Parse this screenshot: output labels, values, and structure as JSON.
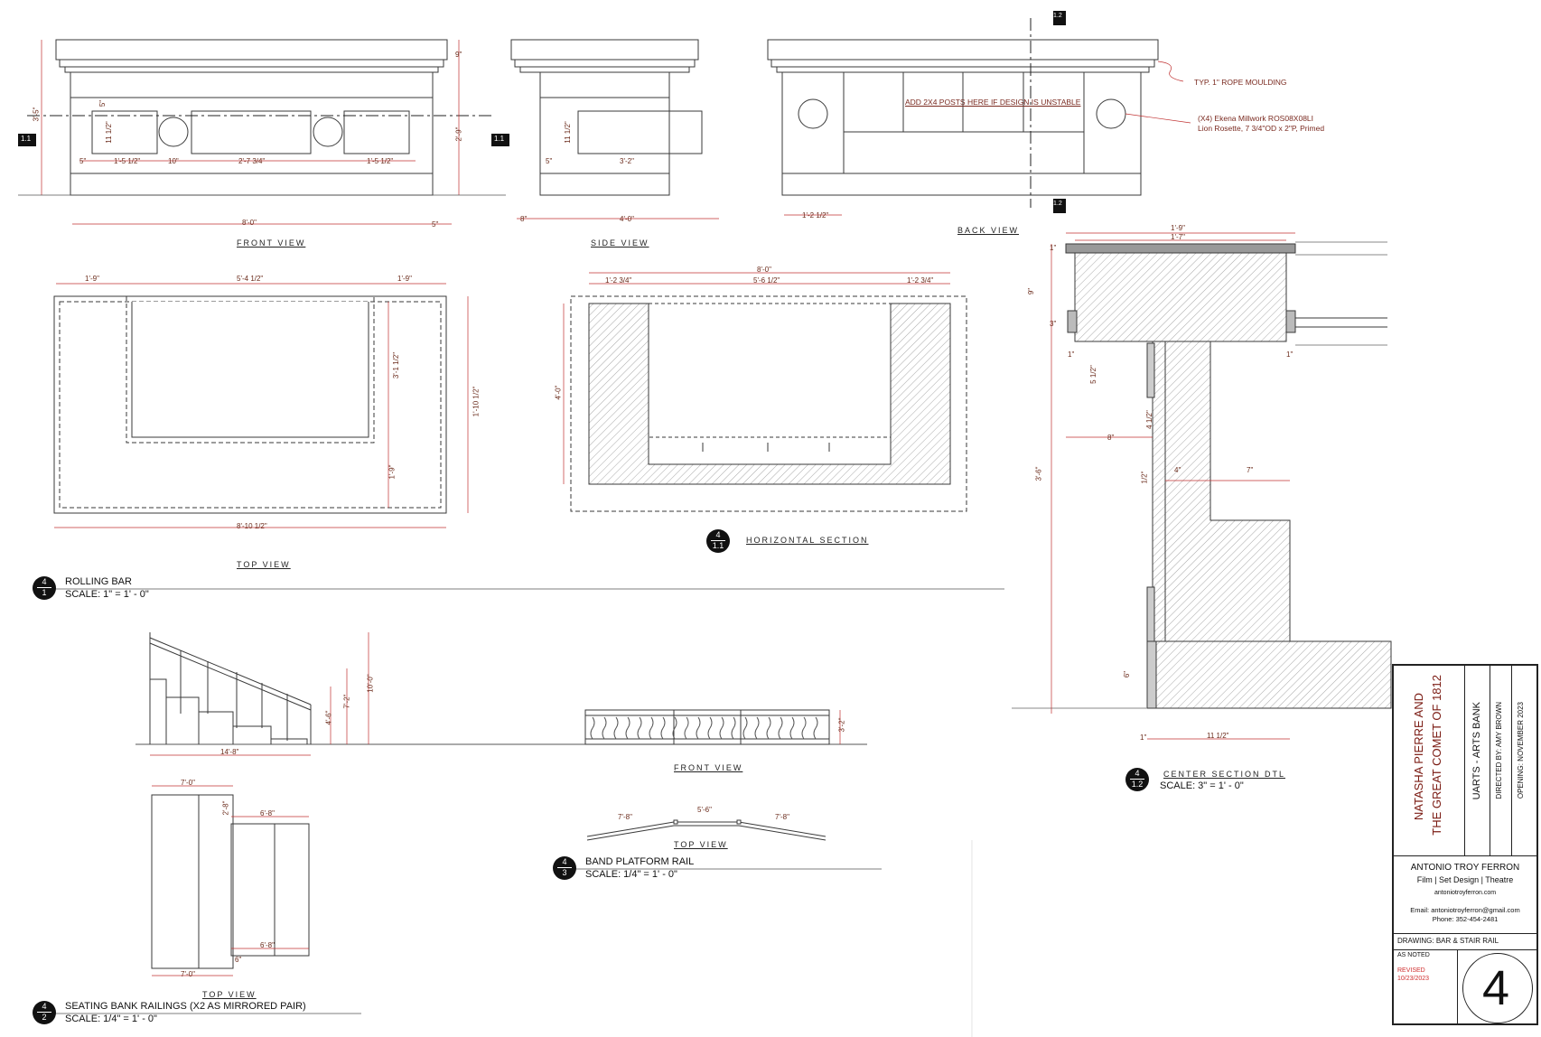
{
  "views": {
    "front_view": "FRONT VIEW",
    "side_view": "SIDE VIEW",
    "back_view": "BACK VIEW",
    "top_view": "TOP VIEW",
    "horizontal_section": "HORIZONTAL SECTION",
    "rail_front_view": "FRONT VIEW",
    "rail_top_view": "TOP VIEW",
    "seating_top_view": "TOP VIEW",
    "center_section_dtl": "CENTER SECTION DTL"
  },
  "notes": {
    "rope_moulding": "TYP. 1\" ROPE MOULDING",
    "posts": "ADD 2X4 POSTS HERE IF DESIGN IS UNSTABLE",
    "rosette_line1": "(X4) Ekena Millwork ROS08X08LI",
    "rosette_line2": "Lion Rosette, 7 3/4\"OD x 2\"P, Primed"
  },
  "section_tags": {
    "front_left": "1.1",
    "front_right": "1.1",
    "back_top": "1.2",
    "back_bottom": "1.2"
  },
  "details": [
    {
      "num": "4",
      "sub": "1",
      "title": "ROLLING BAR",
      "scale": "SCALE: 1\" = 1' - 0\""
    },
    {
      "num": "4",
      "sub": "1.1"
    },
    {
      "num": "4",
      "sub": "1.2",
      "scale": "SCALE: 3\" = 1' - 0\""
    },
    {
      "num": "4",
      "sub": "3",
      "title": "BAND PLATFORM RAIL",
      "scale": "SCALE: 1/4\" = 1' - 0\""
    },
    {
      "num": "4",
      "sub": "2",
      "title": "SEATING BANK RAILINGS (X2 AS MIRRORED PAIR)",
      "scale": "SCALE: 1/4\" = 1' - 0\""
    }
  ],
  "dims": {
    "front": [
      "9\"",
      "3'-5\"",
      "2'-9\"",
      "5\"",
      "11 1/2\"",
      "5\"",
      "1'-5 1/2\"",
      "10\"",
      "2'-7 3/4\"",
      "1'-5 1/2\"",
      "8'-0\"",
      "5\""
    ],
    "side": [
      "11 1/2\"",
      "5\"",
      "3'-2\"",
      "8\"",
      "4'-0\""
    ],
    "back": [
      "1'-2 1/2\""
    ],
    "top": [
      "1'-9\"",
      "5'-4 1/2\"",
      "1'-9\"",
      "3'-1 1/2\"",
      "1'-9\"",
      "1'-10 1/2\"",
      "8'-10 1/2\""
    ],
    "hsec": [
      "8'-0\"",
      "1'-2 3/4\"",
      "5'-6 1/2\"",
      "1'-2 3/4\"",
      "4'-0\""
    ],
    "detail": [
      "1'-9\"",
      "1'-7\"",
      "1\"",
      "9\"",
      "3\"",
      "1\"",
      "1\"",
      "5 1/2\"",
      "4 1/2\"",
      "8\"",
      "4\"",
      "7\"",
      "1/2\"",
      "3'-6\"",
      "6\"",
      "1\"",
      "11 1/2\""
    ],
    "stair": [
      "10'-0\"",
      "7'-2\"",
      "4'-6\"",
      "14'-8\""
    ],
    "rail_front": [
      "3'-2\""
    ],
    "rail_top": [
      "7'-8\"",
      "5'-6\"",
      "7'-8\""
    ],
    "seat": [
      "7'-0\"",
      "2'-8\"",
      "6'-8\"",
      "6'-8\"",
      "6\"",
      "7'-0\""
    ]
  },
  "title_block": {
    "show_title_line1": "NATASHA PIERRE AND",
    "show_title_line2": "THE GREAT COMET OF 1812",
    "venue": "UARTS - ARTS BANK",
    "director": "DIRECTED BY: AMY BROWN",
    "opening": "OPENING: NOVEMBER 2023",
    "designer_name": "ANTONIO TROY FERRON",
    "designer_roles": "Film | Set Design | Theatre",
    "website": "antoniotroyferron.com",
    "email": "Email: antoniotroyferron@gmail.com",
    "phone": "Phone: 352-454-2481",
    "drawing": "DRAWING: BAR & STAIR RAIL",
    "scale_note": "AS NOTED",
    "revised_label": "REVISED",
    "revised_date": "10/23/2023",
    "sheet_number": "4"
  },
  "colors": {
    "line": "#3a3a3a",
    "dim": "#b0282a",
    "hatch": "#9a9a9a",
    "note": "#7a2a20"
  }
}
